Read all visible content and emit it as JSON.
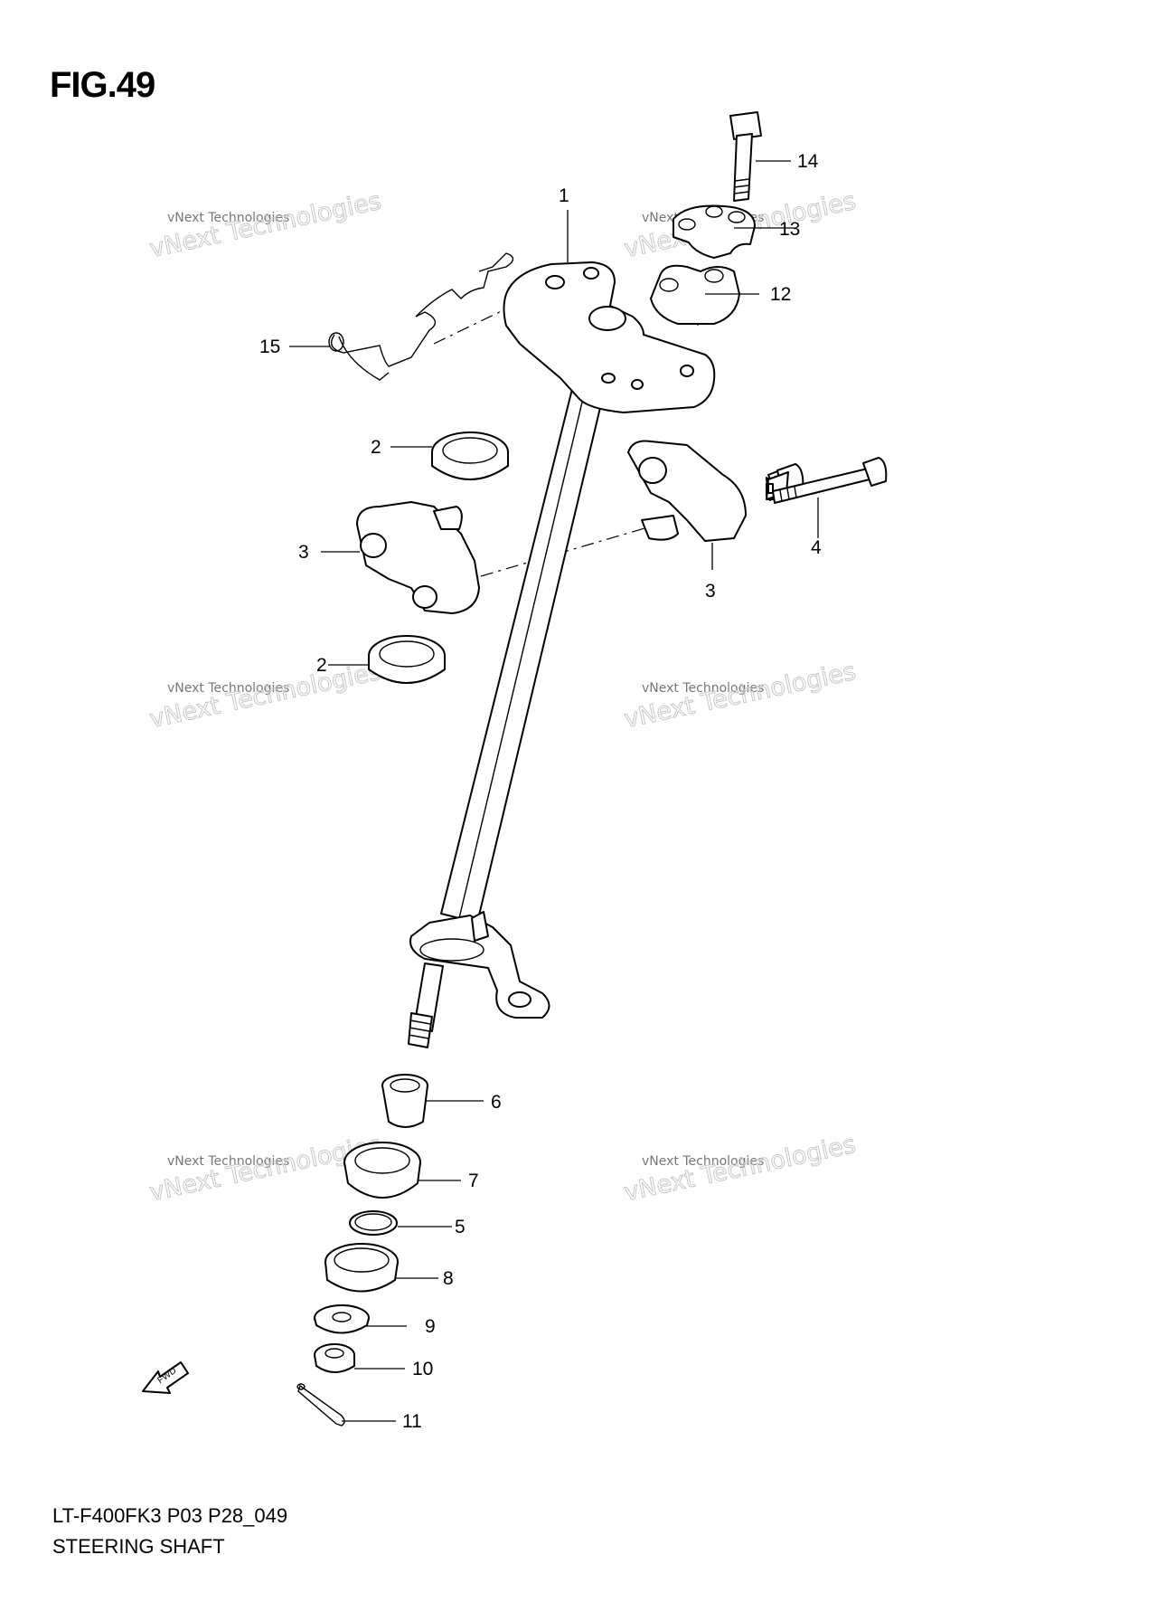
{
  "figure": {
    "title": "FIG.49",
    "model_code": "LT-F400FK3 P03 P28_049",
    "part_name": "STEERING SHAFT",
    "fwd_label": "FWD"
  },
  "watermark": {
    "line1": "vNext Technologies",
    "line2": "vNext Technologies"
  },
  "callouts": [
    {
      "id": "c1",
      "label": "1"
    },
    {
      "id": "c14",
      "label": "14"
    },
    {
      "id": "c13",
      "label": "13"
    },
    {
      "id": "c12",
      "label": "12"
    },
    {
      "id": "c15",
      "label": "15"
    },
    {
      "id": "c2a",
      "label": "2"
    },
    {
      "id": "c3a",
      "label": "3"
    },
    {
      "id": "c3b",
      "label": "3"
    },
    {
      "id": "c4",
      "label": "4"
    },
    {
      "id": "c2b",
      "label": "2"
    },
    {
      "id": "c6",
      "label": "6"
    },
    {
      "id": "c7",
      "label": "7"
    },
    {
      "id": "c5",
      "label": "5"
    },
    {
      "id": "c8",
      "label": "8"
    },
    {
      "id": "c9",
      "label": "9"
    },
    {
      "id": "c10",
      "label": "10"
    },
    {
      "id": "c11",
      "label": "11"
    }
  ]
}
